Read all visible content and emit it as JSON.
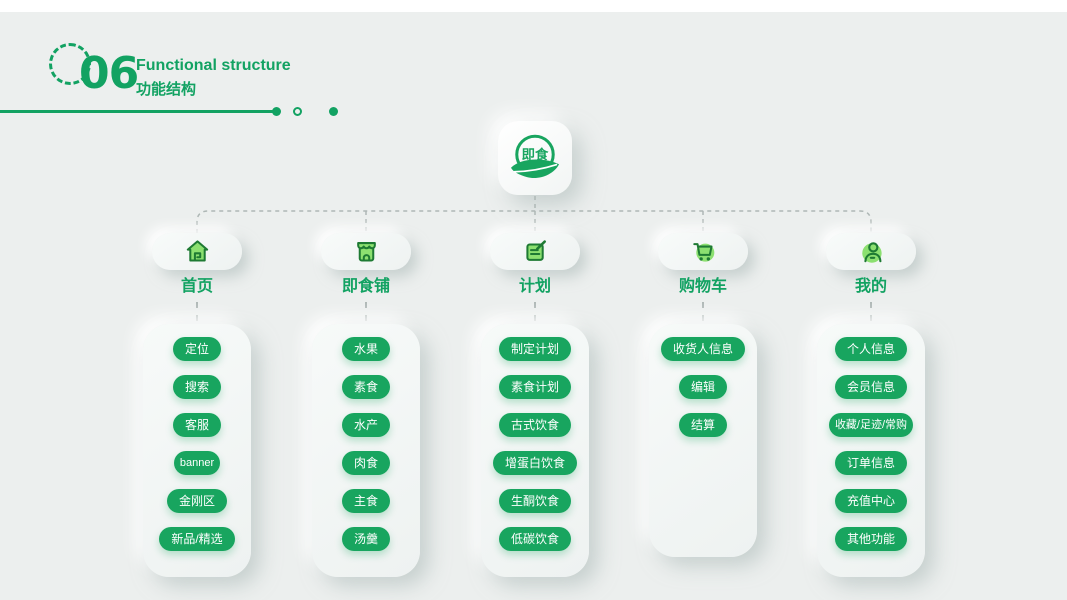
{
  "header": {
    "number": "06",
    "title_en": "Functional structure",
    "title_zh": "功能结构"
  },
  "logo": {
    "text": "即食"
  },
  "colors": {
    "header_green": "#12A262",
    "pill_green": "#18A55F",
    "icon_fill_green": "#8CE070",
    "icon_stroke_green": "#1E7A33",
    "background": "#ECEFEE"
  },
  "tree": {
    "branches": [
      {
        "label": "首页",
        "icon": "home-icon",
        "items": [
          "定位",
          "搜索",
          "客服",
          "banner",
          "金刚区",
          "新品/精选"
        ]
      },
      {
        "label": "即食铺",
        "icon": "storefront-icon",
        "items": [
          "水果",
          "素食",
          "水产",
          "肉食",
          "主食",
          "汤羹"
        ]
      },
      {
        "label": "计划",
        "icon": "plan-note-icon",
        "items": [
          "制定计划",
          "素食计划",
          "古式饮食",
          "增蛋白饮食",
          "生酮饮食",
          "低碳饮食"
        ]
      },
      {
        "label": "购物车",
        "icon": "cart-icon",
        "items": [
          "收货人信息",
          "编辑",
          "结算"
        ]
      },
      {
        "label": "我的",
        "icon": "user-icon",
        "items": [
          "个人信息",
          "会员信息",
          "收藏/足迹/常购",
          "订单信息",
          "充值中心",
          "其他功能"
        ]
      }
    ]
  }
}
